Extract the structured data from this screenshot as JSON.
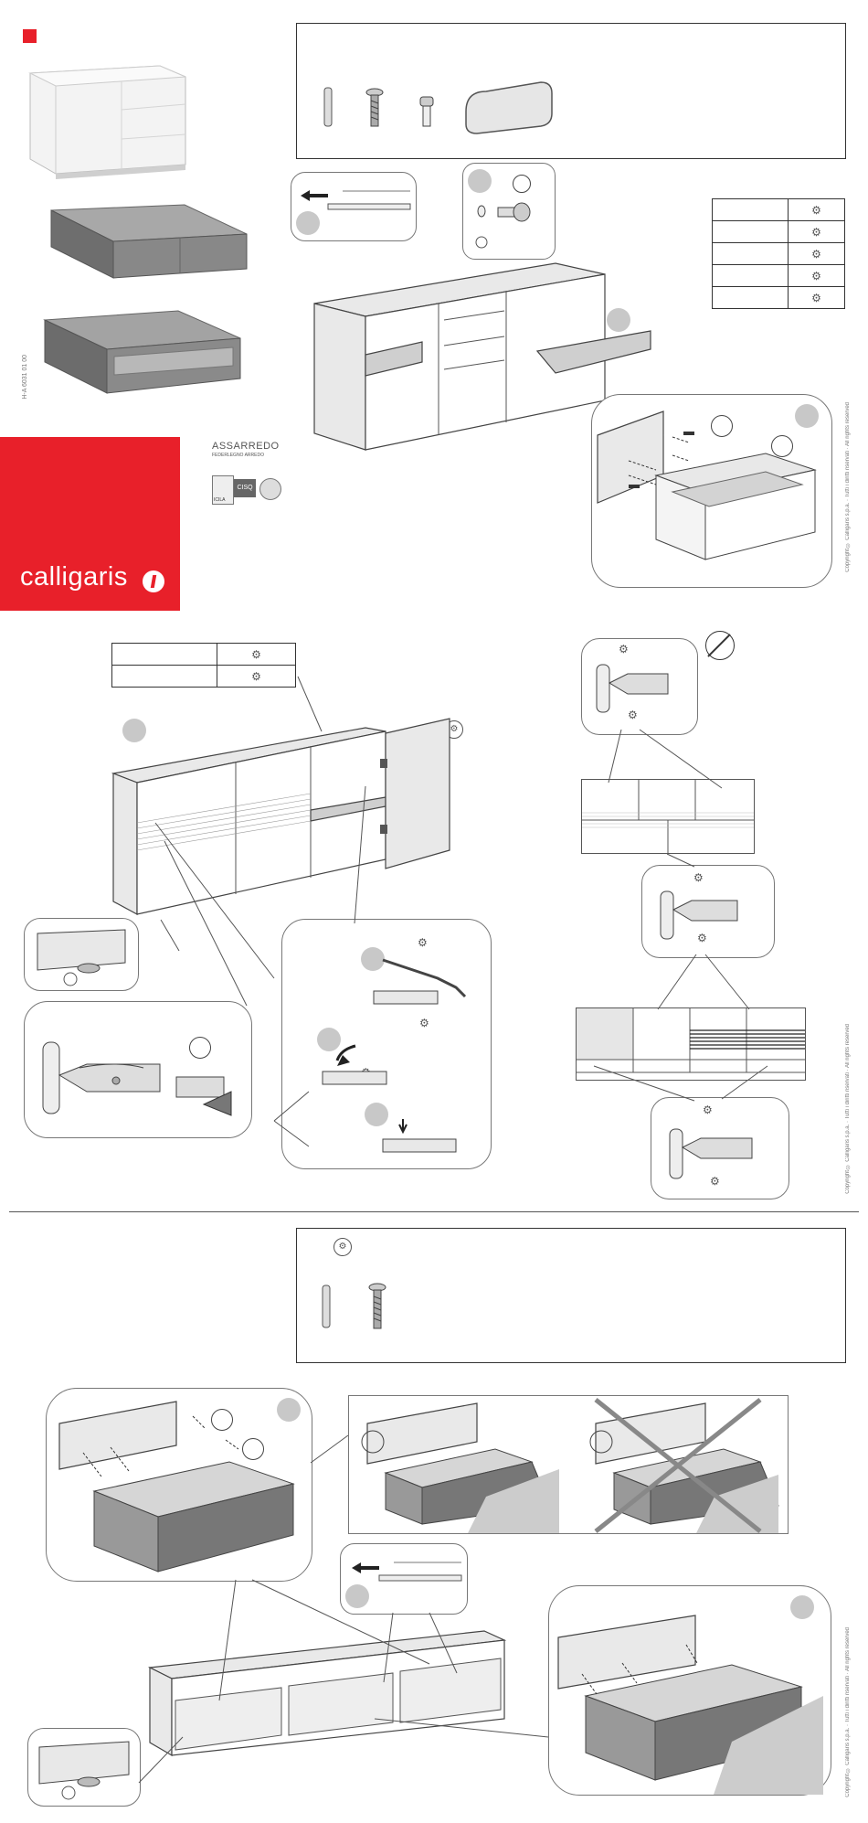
{
  "brand": {
    "name": "calligaris",
    "accent": "#e8202a"
  },
  "doc": {
    "code": "H-A 6031 01 00",
    "copyright": "Copyright © Calligaris s.p.a. · Tutti i diritti riservati · All rights reserved"
  },
  "certs": {
    "assarredo": "ASSARREDO",
    "federlegno": "FEDERLEGNO ARREDO",
    "csq": "CISQ",
    "icila": "ICILA"
  },
  "icons": {
    "wrench": "wrench-icon",
    "check": "check-icon",
    "arrow_left": "arrow-left-icon",
    "arrow_down": "arrow-down-icon",
    "curved_arrow": "curved-arrow-icon",
    "no_tool": "no-tool-icon"
  },
  "colors": {
    "red": "#e8202a",
    "product_grey": "#777777",
    "panel": "#e9e9e9"
  }
}
